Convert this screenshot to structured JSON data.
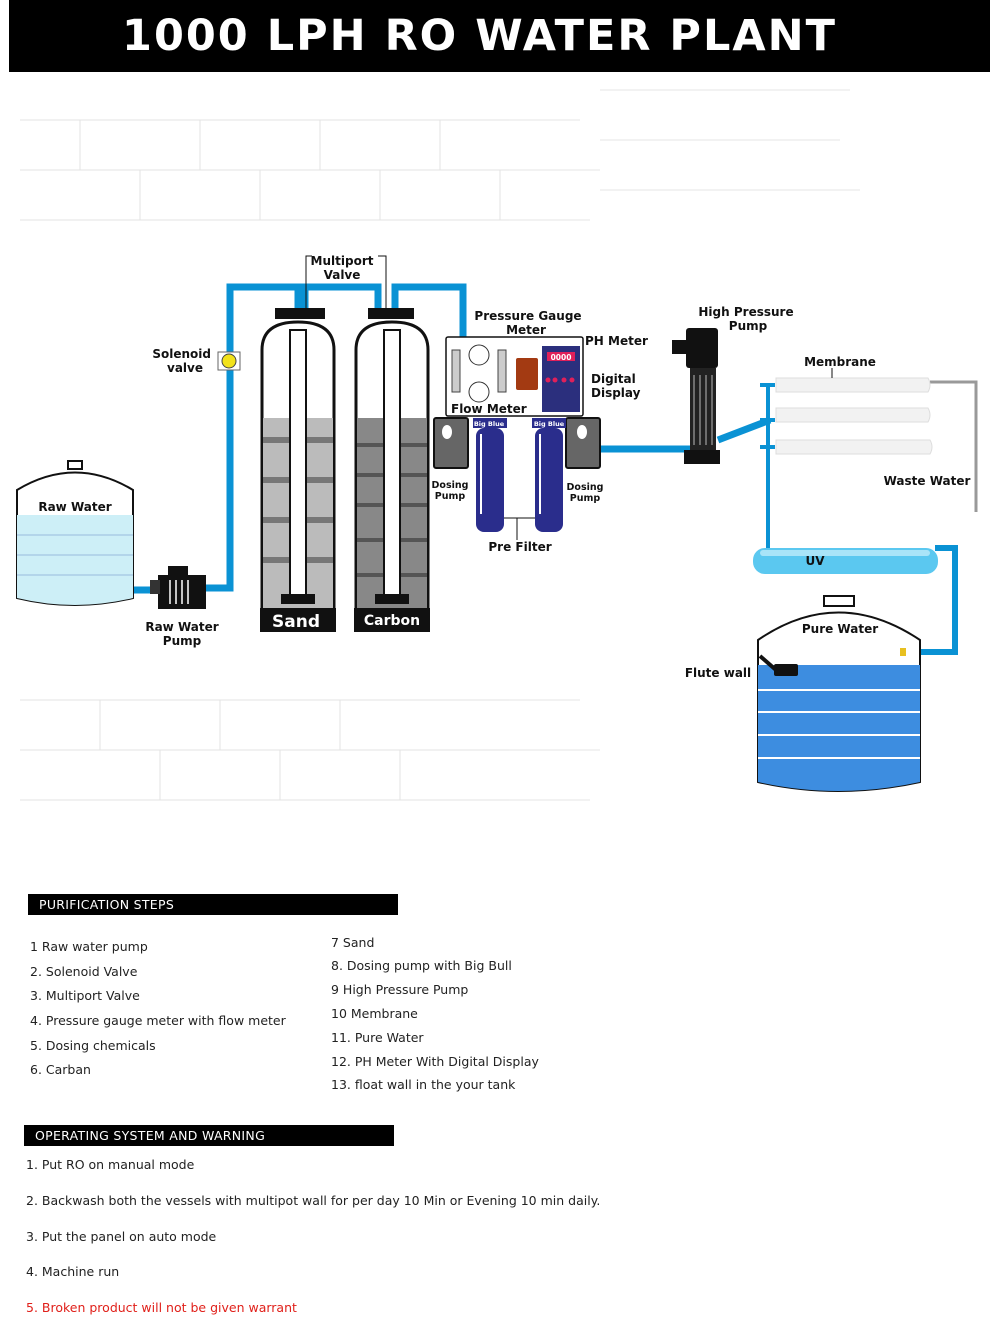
{
  "title": "1000 LPH RO WATER PLANT",
  "colors": {
    "pipe": "#0a92d4",
    "tank_water": "#3d8de0",
    "vessel": "#111111",
    "filter": "#2a2d8c",
    "panel_display": "#2b2f7d",
    "warn": "#e0201a",
    "waste_pipe": "#999999"
  },
  "diagram": {
    "labels": {
      "multiport_valve": [
        "Multiport",
        "Valve"
      ],
      "solenoid_valve": [
        "Solenoid",
        "valve"
      ],
      "pressure_gauge_meter": [
        "Pressure Gauge",
        "Meter"
      ],
      "ph_meter": "PH Meter",
      "digital_display": [
        "Digital",
        "Display"
      ],
      "flow_meter": "Flow Meter",
      "high_pressure_pump": [
        "High Pressure",
        "Pump"
      ],
      "membrane": "Membrane",
      "waste_water": "Waste Water",
      "raw_water": "Raw Water",
      "raw_water_pump": [
        "Raw Water",
        "Pump"
      ],
      "sand": "Sand",
      "carbon": "Carbon",
      "dosing_pump_left": [
        "Dosing",
        "Pump"
      ],
      "dosing_pump_right": [
        "Dosing",
        "Pump"
      ],
      "pre_filter": "Pre Filter",
      "big_blue_left": "Big Blue",
      "big_blue_right": "Big Blue",
      "display_readout": "0000",
      "uv": "UV",
      "pure_water": "Pure Water",
      "flute_wall": "Flute wall"
    }
  },
  "purification": {
    "heading": "PURIFICATION STEPS",
    "left_items": [
      "1  Raw water pump",
      "2. Solenoid Valve",
      "3. Multiport Valve",
      "4. Pressure gauge meter with flow meter",
      "5. Dosing chemicals",
      "6.  Carban"
    ],
    "right_items": [
      "7 Sand",
      "8. Dosing pump with Big Bull",
      "9  High Pressure Pump",
      "10 Membrane",
      "11. Pure Water",
      "12. PH Meter With Digital Display",
      "13. float wall in the your tank"
    ]
  },
  "operating": {
    "heading": "OPERATING SYSTEM AND WARNING",
    "items": [
      "1. Put RO on manual mode",
      "2. Backwash both the vessels with multipot wall for per day 10 Min or  Evening 10 min daily.",
      "3. Put the panel on auto mode",
      "4. Machine run"
    ],
    "warning": "5. Broken product will not be given warrant"
  }
}
